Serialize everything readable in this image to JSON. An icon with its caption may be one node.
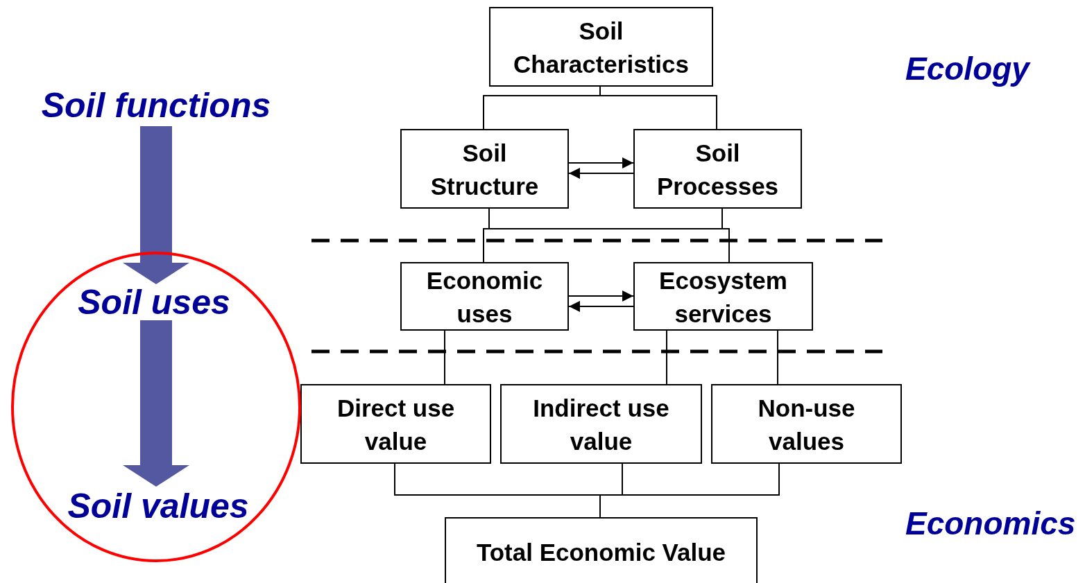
{
  "diagram": {
    "nodes": [
      {
        "text": [
          "Soil Characteristics"
        ]
      },
      {
        "text": [
          "Soil Structure"
        ]
      },
      {
        "text": [
          "Soil Processes"
        ]
      },
      {
        "text": [
          "Economic uses"
        ]
      },
      {
        "text": [
          "Ecosystem services"
        ]
      },
      {
        "text": [
          "Direct use value"
        ]
      },
      {
        "text": [
          "Indirect use value"
        ]
      },
      {
        "text": [
          "Non-use values"
        ]
      },
      {
        "text": [
          "Total Economic Value"
        ]
      },
      {
        "text": [
          "Soil functions"
        ]
      },
      {
        "text": [],
        "shape": "circle"
      },
      {
        "text": [
          "Soil uses"
        ],
        "in": 10
      },
      {
        "text": [
          "Soil values"
        ],
        "in": 10
      }
    ],
    "edges": [
      {
        "from": 0,
        "to": 1,
        "arrow": "none"
      },
      {
        "from": 0,
        "to": 2,
        "arrow": "none"
      },
      {
        "from": 1,
        "to": 2,
        "arrow": "to"
      },
      {
        "from": 2,
        "to": 1,
        "arrow": "to"
      },
      {
        "from": 1,
        "to": 3,
        "arrow": "none"
      },
      {
        "from": 1,
        "to": 4,
        "arrow": "none"
      },
      {
        "from": 2,
        "to": 3,
        "arrow": "none"
      },
      {
        "from": 2,
        "to": 4,
        "arrow": "none"
      },
      {
        "from": 3,
        "to": 4,
        "arrow": "to"
      },
      {
        "from": 4,
        "to": 3,
        "arrow": "to"
      },
      {
        "from": 3,
        "to": 5,
        "arrow": "none"
      },
      {
        "from": 4,
        "to": 6,
        "arrow": "none"
      },
      {
        "from": 4,
        "to": 7,
        "arrow": "none"
      },
      {
        "from": 5,
        "to": 8,
        "arrow": "none"
      },
      {
        "from": 6,
        "to": 8,
        "arrow": "none"
      },
      {
        "from": 7,
        "to": 8,
        "arrow": "none"
      },
      {
        "from": 9,
        "to": 11,
        "arrow": "to",
        "style": "thick",
        "color": "#5458a0"
      },
      {
        "from": 11,
        "to": 12,
        "arrow": "to",
        "style": "thick",
        "color": "#5458a0"
      }
    ],
    "labels": [
      "Ecology",
      "Economics"
    ]
  }
}
